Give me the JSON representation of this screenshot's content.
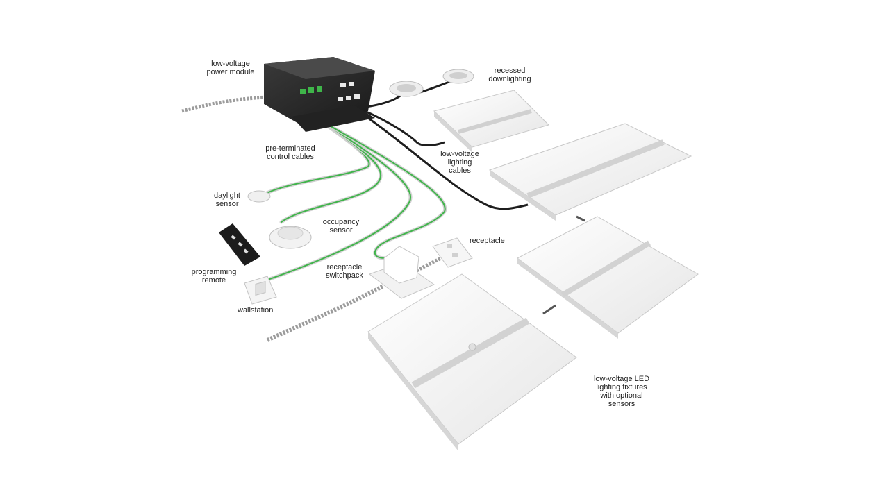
{
  "labels": {
    "power_module": "low-voltage\npower module",
    "recessed_downlighting": "recessed\ndownlighting",
    "control_cables": "pre-terminated\ncontrol cables",
    "lighting_cables": "low-voltage\nlighting\ncables",
    "daylight_sensor": "daylight\nsensor",
    "occupancy_sensor": "occupancy\nsensor",
    "receptacle": "receptacle",
    "programming_remote": "programming\nremote",
    "receptacle_switchpack": "receptacle\nswitchpack",
    "wallstation": "wallstation",
    "led_fixtures": "low-voltage LED\nlighting fixtures\nwith optional\nsensors"
  },
  "colors": {
    "control_cable": "#3fb54a",
    "control_cable_sheath": "#cfcfcf",
    "lighting_cable": "#1e1e1e",
    "module_body": "#2a2a2a",
    "fixture_white": "#f4f4f4"
  }
}
